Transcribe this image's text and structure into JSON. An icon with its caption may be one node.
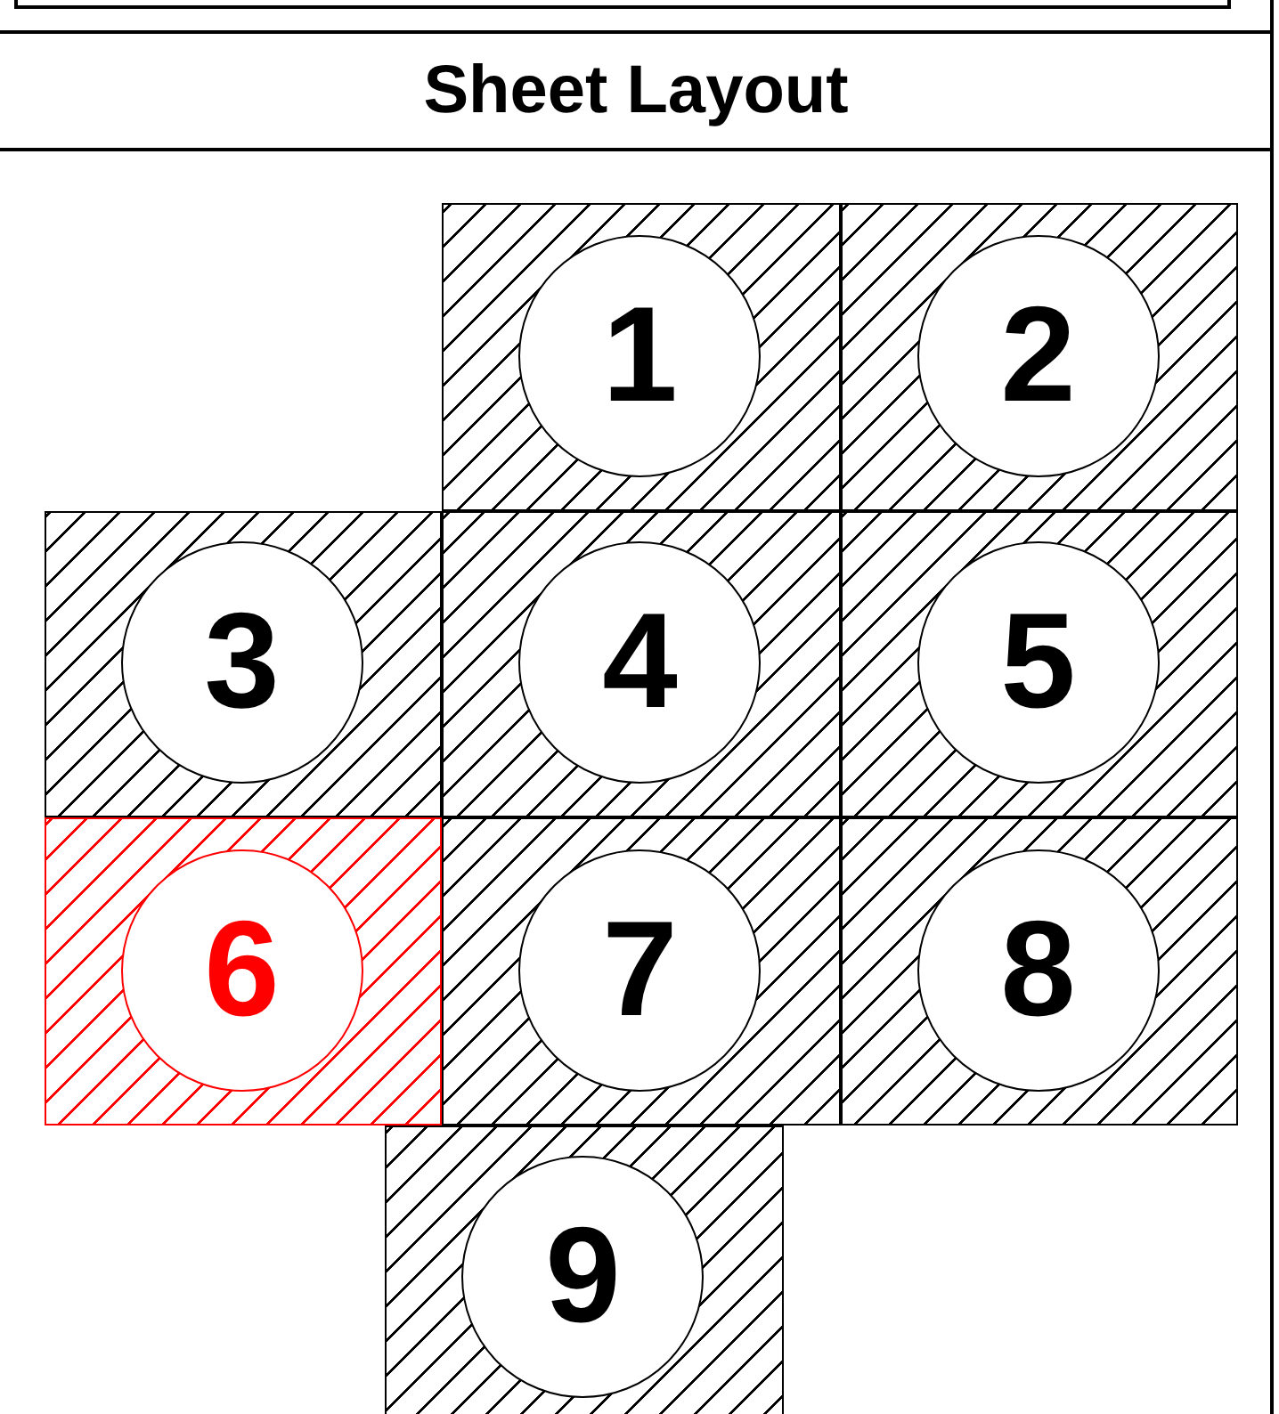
{
  "diagram": {
    "title": "Sheet Layout",
    "nodes": [
      {
        "text": [
          "1"
        ]
      },
      {
        "text": [
          "2"
        ]
      },
      {
        "text": [
          "3"
        ]
      },
      {
        "text": [
          "4"
        ]
      },
      {
        "text": [
          "5"
        ]
      },
      {
        "text": [
          "6"
        ]
      },
      {
        "text": [
          "7"
        ]
      },
      {
        "text": [
          "8"
        ]
      },
      {
        "text": [
          "9"
        ]
      }
    ]
  }
}
